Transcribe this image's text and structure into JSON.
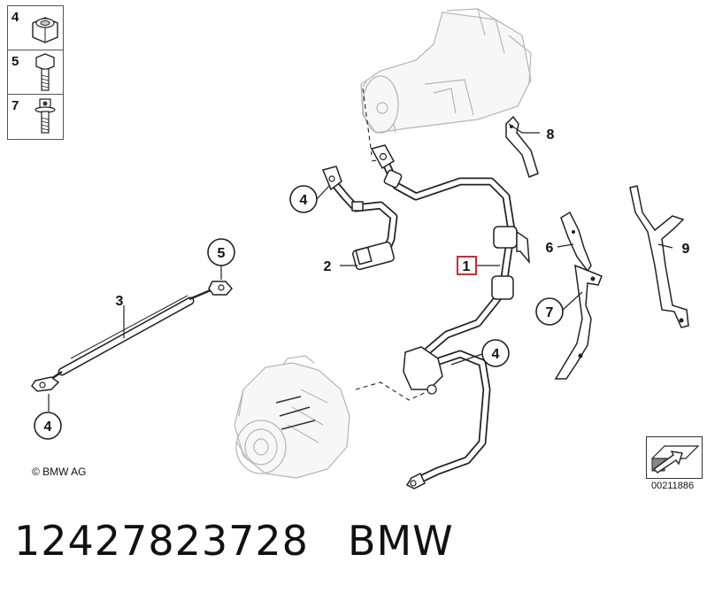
{
  "legend": [
    {
      "num": "4",
      "icon": "hex-nut-icon"
    },
    {
      "num": "5",
      "icon": "hex-bolt-icon"
    },
    {
      "num": "7",
      "icon": "flange-bolt-icon"
    }
  ],
  "callouts": {
    "c1": "1",
    "c2": "2",
    "c3": "3",
    "c4a": "4",
    "c4b": "4",
    "c4c": "4",
    "c5": "5",
    "c6": "6",
    "c7": "7",
    "c8": "8",
    "c9": "9"
  },
  "copyright": "© BMW AG",
  "drawing_id": "00211886",
  "part_number": "12427823728",
  "brand": "BMW",
  "highlight_color": "#d9262b"
}
